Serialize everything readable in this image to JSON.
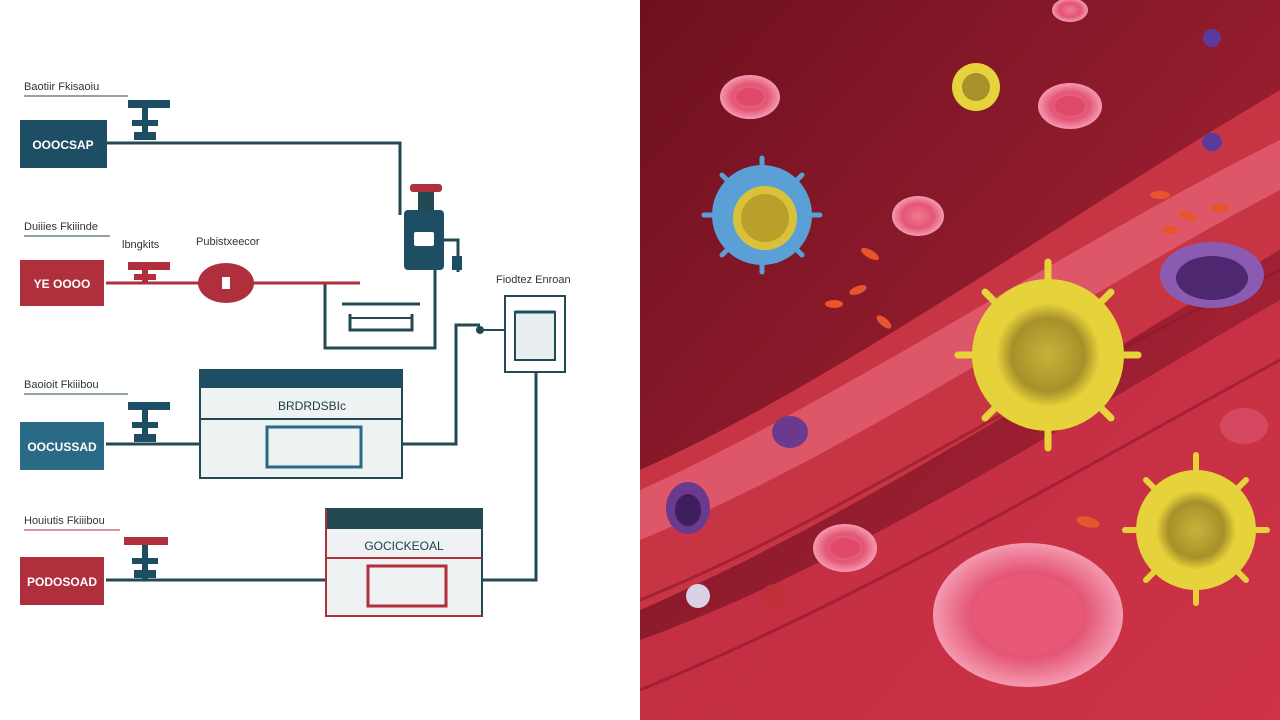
{
  "colors": {
    "teal": "#1d4e63",
    "crimson": "#b02f3c",
    "line": "#234a52",
    "panel_bg": "#e8eef0",
    "blood_dark": "#7d1421",
    "vessel": "#c73545",
    "virus_yellow": "#e6d23a",
    "virus_blue": "#5aa0d6",
    "rbc_pink": "#ea6a86",
    "cell_purple": "#6b3a8e"
  },
  "diagram": {
    "labels": {
      "row1": "Baotiir Fkisaoiu",
      "row2": "Duiiies Fkiiinde",
      "row3": "Baoioit Fkiiibou",
      "row4": "Houiutis Fkiiibou",
      "valve_small": "lbngkits",
      "valve_large": "Pubistxeecor",
      "right_unit": "Fiodtez Enroan"
    },
    "boxes": {
      "box1": "OOOCSAP",
      "box2": "YE OOOO",
      "box3": "OOCUSSAD",
      "box4": "PODOSOAD"
    },
    "panels": {
      "panel1": "BRDRDSBIc",
      "panel2": "GOCICKEOAL"
    }
  },
  "icons": {
    "valve": "valve-icon",
    "pump": "pump-icon",
    "filter": "filter-icon",
    "virus": "virus-icon",
    "red_blood_cell": "red-blood-cell-icon",
    "white_blood_cell": "white-blood-cell-icon"
  }
}
